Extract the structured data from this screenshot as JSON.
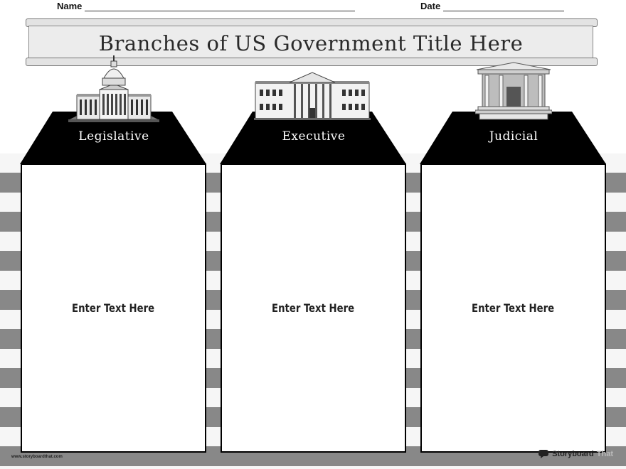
{
  "header": {
    "name_label": "Name",
    "date_label": "Date"
  },
  "title": "Branches of US Government Title Here",
  "columns": [
    {
      "heading": "Legislative",
      "body": "Enter Text Here",
      "icon": "capitol-building-icon"
    },
    {
      "heading": "Executive",
      "body": "Enter Text Here",
      "icon": "white-house-icon"
    },
    {
      "heading": "Judicial",
      "body": "Enter Text Here",
      "icon": "supreme-court-icon"
    }
  ],
  "footer": {
    "url": "www.storyboardthat.com",
    "brand_main": "Storyboard",
    "brand_suffix": "That"
  },
  "colors": {
    "roof": "#000000",
    "stripe_dark": "#888888",
    "stripe_light": "#f6f6f6",
    "banner": "#ececec"
  }
}
